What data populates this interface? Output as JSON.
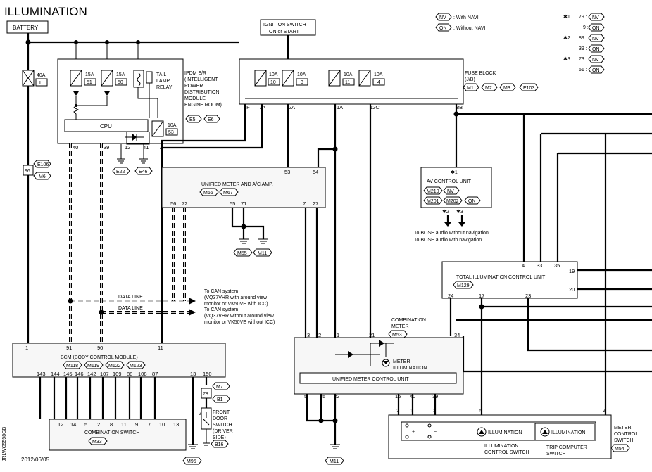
{
  "title": "ILLUMINATION",
  "legend": {
    "nv_tag": "NV",
    "nv_text": ": With NAVI",
    "on_tag": "ON",
    "on_text": ": Without NAVI"
  },
  "notes": [
    {
      "mark": "✱1",
      "num": "79 :",
      "tag": "NV"
    },
    {
      "mark": "",
      "num": "9 :",
      "tag": "ON"
    },
    {
      "mark": "✱2",
      "num": "89 :",
      "tag": "NV"
    },
    {
      "mark": "",
      "num": "39 :",
      "tag": "ON"
    },
    {
      "mark": "✱3",
      "num": "73 :",
      "tag": "NV"
    },
    {
      "mark": "",
      "num": "51 :",
      "tag": "ON"
    }
  ],
  "battery": "BATTERY",
  "ignition": [
    "IGNITION SWITCH",
    "ON or START"
  ],
  "fuse40": {
    "amp": "40A",
    "id": "L"
  },
  "e106": "E106",
  "e106_pin": "96",
  "m6": "M6",
  "ipdm": {
    "name_lines": [
      "IPDM E/R",
      "(INTELLIGENT",
      "POWER",
      "DISTRIBUTION",
      "MODULE",
      "ENGINE ROOM)"
    ],
    "connectors": [
      "E5",
      "E6"
    ],
    "fuses": [
      {
        "amp": "15A",
        "id": "51"
      },
      {
        "amp": "15A",
        "id": "50"
      },
      {
        "amp": "10A",
        "id": "53"
      }
    ],
    "relay": [
      "TAIL",
      "LAMP",
      "RELAY"
    ],
    "cpu": "CPU",
    "pins": [
      "40",
      "39",
      "12",
      "41",
      "7"
    ],
    "grounds": [
      "E22",
      "E46"
    ]
  },
  "fuse_block": {
    "name_lines": [
      "FUSE BLOCK",
      "(J/B)"
    ],
    "connectors": [
      "M1",
      "M2",
      "M3",
      "E103"
    ],
    "fuses": [
      {
        "amp": "10A",
        "id": "10"
      },
      {
        "amp": "10A",
        "id": "3"
      },
      {
        "amp": "10A",
        "id": "11"
      },
      {
        "amp": "10A",
        "id": "4"
      }
    ],
    "pins": [
      "9F",
      "7A",
      "2A",
      "1A",
      "12C",
      "8B"
    ]
  },
  "unified_amp": {
    "name": "UNIFIED METER AND A/C AMP.",
    "connectors": [
      "M66",
      "M67"
    ],
    "pins_top": [
      "53",
      "54"
    ],
    "pins_bottom": [
      "56",
      "72",
      "55",
      "71",
      "7",
      "27"
    ],
    "grounds": [
      "M55",
      "M11"
    ]
  },
  "av_unit": {
    "mark": "✱1",
    "name": "AV CONTROL UNIT",
    "rows": [
      {
        "c": "M210",
        "t": "NV"
      },
      {
        "c": "M201",
        "c2": "M202",
        "t": "ON"
      }
    ],
    "marks_bottom": [
      "✱2",
      "✱3"
    ],
    "bose_lines": [
      "To BOSE audio without navigation",
      "To BOSE audio with navigation"
    ]
  },
  "total_illum": {
    "name": "TOTAL ILLUMINATION CONTROL UNIT",
    "connector": "M129",
    "pins_top": [
      "4",
      "33",
      "35"
    ],
    "pins_right": [
      "19",
      "20"
    ],
    "pins_bottom": [
      "24",
      "17",
      "23"
    ]
  },
  "data_line": {
    "label": "DATA LINE",
    "can1": [
      "To CAN system",
      "(VQ37VHR with around view",
      "monitor or VK50VE with ICC)"
    ],
    "can2": [
      "To CAN system",
      "(VQ37VHR without around view",
      "monitor or VK50VE without ICC)"
    ]
  },
  "bcm": {
    "name": "BCM (BODY CONTROL MODULE)",
    "connectors": [
      "M118",
      "M119",
      "M122",
      "M123"
    ],
    "pins_top": [
      "1",
      "91",
      "90",
      "11"
    ],
    "pins_bottom": [
      "143",
      "144",
      "145",
      "146",
      "142",
      "107",
      "109",
      "88",
      "108",
      "87",
      "13",
      "150"
    ]
  },
  "combination_switch": {
    "name": "COMBINATION SWITCH",
    "connector": "M33",
    "pins": [
      "12",
      "14",
      "5",
      "2",
      "8",
      "11",
      "9",
      "7",
      "10",
      "13"
    ]
  },
  "door_switch": {
    "m7": "M7",
    "pin": "78",
    "b1": "B1",
    "name": [
      "FRONT",
      "DOOR",
      "SWITCH",
      "(DRIVER",
      "SIDE)"
    ],
    "conn": "B16",
    "pin2": "2",
    "ground": "M95"
  },
  "meter": {
    "name": [
      "COMBINATION",
      "METER"
    ],
    "connector": "M53",
    "illum": [
      "METER",
      "ILLUMINATION"
    ],
    "control": "UNIFIED METER CONTROL UNIT",
    "pins_top": [
      "3",
      "2",
      "1",
      "21",
      "34"
    ],
    "pins_bottom": [
      "5",
      "15",
      "22",
      "16",
      "40",
      "39"
    ],
    "ground": "M11"
  },
  "meter_switch": {
    "name": [
      "METER",
      "CONTROL",
      "SWITCH"
    ],
    "connector": "M54",
    "illum": "ILLUMINATION",
    "illum_ctrl": [
      "ILLUMINATION",
      "CONTROL SWITCH"
    ],
    "trip": [
      "TRIP COMPUTER",
      "SWITCH"
    ],
    "pins": [
      "2",
      "1",
      "3",
      "5",
      "4"
    ],
    "plus": "+",
    "minus": "−"
  },
  "date": "2012/06/05",
  "code": "JRLWC5598GB"
}
